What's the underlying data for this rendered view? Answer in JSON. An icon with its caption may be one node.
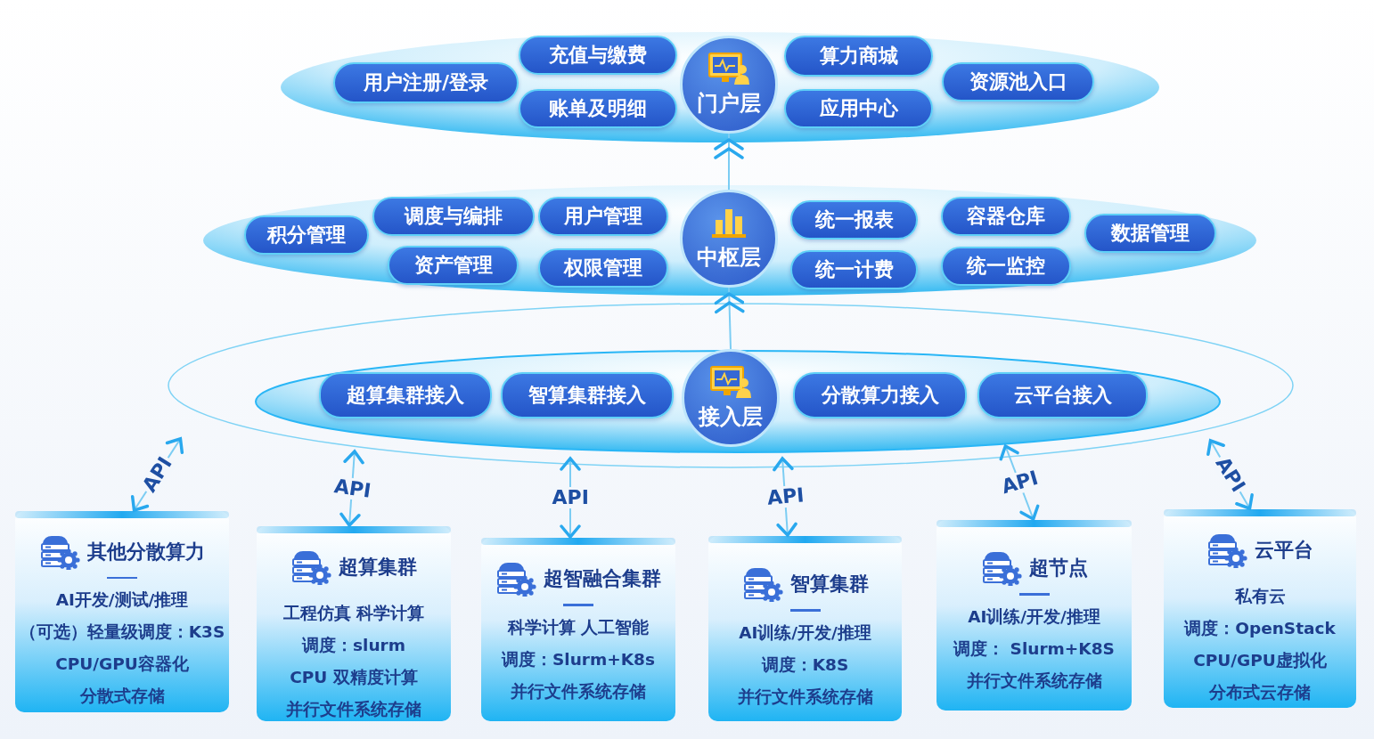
{
  "diagram": {
    "nodes": [
      {
        "text": [],
        "shape": "band"
      },
      {
        "text": [
          "用户注册/登录"
        ],
        "in": 0
      },
      {
        "text": [
          "充值与缴费"
        ],
        "in": 0
      },
      {
        "text": [
          "账单及明细"
        ],
        "in": 0
      },
      {
        "text": [
          "门户层"
        ],
        "in": 0
      },
      {
        "text": [
          "算力商城"
        ],
        "in": 0
      },
      {
        "text": [
          "应用中心"
        ],
        "in": 0
      },
      {
        "text": [
          "资源池入口"
        ],
        "in": 0
      },
      {
        "text": [],
        "shape": "band"
      },
      {
        "text": [
          "积分管理"
        ],
        "in": 8
      },
      {
        "text": [
          "调度与编排"
        ],
        "in": 8
      },
      {
        "text": [
          "资产管理"
        ],
        "in": 8
      },
      {
        "text": [
          "用户管理"
        ],
        "in": 8
      },
      {
        "text": [
          "权限管理"
        ],
        "in": 8
      },
      {
        "text": [
          "中枢层"
        ],
        "in": 8
      },
      {
        "text": [
          "统一报表"
        ],
        "in": 8
      },
      {
        "text": [
          "统一计费"
        ],
        "in": 8
      },
      {
        "text": [
          "容器仓库"
        ],
        "in": 8
      },
      {
        "text": [
          "统一监控"
        ],
        "in": 8
      },
      {
        "text": [
          "数据管理"
        ],
        "in": 8
      },
      {
        "text": [],
        "shape": "band"
      },
      {
        "text": [
          "超算集群接入"
        ],
        "in": 20
      },
      {
        "text": [
          "智算集群接入"
        ],
        "in": 20
      },
      {
        "text": [
          "接入层"
        ],
        "in": 20
      },
      {
        "text": [
          "分散算力接入"
        ],
        "in": 20
      },
      {
        "text": [
          "云平台接入"
        ],
        "in": 20
      },
      {
        "text": [
          "其他分散算力",
          "AI开发/测试/推理",
          "（可选）轻量级调度：K3S",
          "CPU/GPU容器化",
          "分散式存储"
        ]
      },
      {
        "text": [
          "超算集群",
          "工程仿真 科学计算",
          "调度：slurm",
          "CPU 双精度计算",
          "并行文件系统存储"
        ]
      },
      {
        "text": [
          "超智融合集群",
          "科学计算 人工智能",
          "调度：Slurm+K8s",
          "并行文件系统存储"
        ]
      },
      {
        "text": [
          "智算集群",
          "AI训练/开发/推理",
          "调度：K8S",
          "并行文件系统存储"
        ]
      },
      {
        "text": [
          "超节点",
          "AI训练/开发/推理",
          "调度： Slurm+K8S",
          "并行文件系统存储"
        ]
      },
      {
        "text": [
          "云平台",
          "私有云",
          "调度：OpenStack",
          "CPU/GPU虚拟化",
          "分布式云存储"
        ]
      }
    ],
    "edges": [
      {
        "from": 23,
        "to": 14,
        "arrow": "to"
      },
      {
        "from": 14,
        "to": 4,
        "arrow": "to"
      },
      {
        "from": 26,
        "to": 20,
        "arrow": "both",
        "label": "API"
      },
      {
        "from": 27,
        "to": 20,
        "arrow": "both",
        "label": "API"
      },
      {
        "from": 28,
        "to": 20,
        "arrow": "both",
        "label": "API"
      },
      {
        "from": 29,
        "to": 20,
        "arrow": "both",
        "label": "API"
      },
      {
        "from": 30,
        "to": 20,
        "arrow": "both",
        "label": "API"
      },
      {
        "from": 31,
        "to": 20,
        "arrow": "both",
        "label": "API"
      }
    ]
  }
}
